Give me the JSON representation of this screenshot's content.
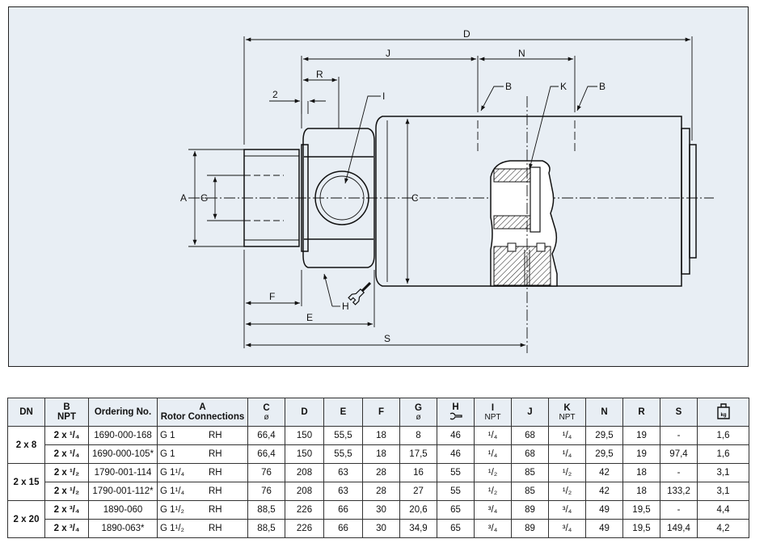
{
  "drawing": {
    "labels": {
      "D": "D",
      "J": "J",
      "N": "N",
      "R": "R",
      "two": "2",
      "I": "I",
      "K": "K",
      "B1": "B",
      "B2": "B",
      "A": "A",
      "G": "G",
      "C": "C",
      "F": "F",
      "H": "H",
      "E": "E",
      "S": "S"
    }
  },
  "table": {
    "headers": {
      "dn": "DN",
      "b": [
        "B",
        "NPT"
      ],
      "ordering": "Ordering No.",
      "a": [
        "A",
        "Rotor Connections"
      ],
      "c": [
        "C",
        "ø"
      ],
      "d": "D",
      "e": "E",
      "f": "F",
      "g": [
        "G",
        "ø"
      ],
      "h": "H",
      "i": [
        "I",
        "NPT"
      ],
      "j": "J",
      "k": [
        "K",
        "NPT"
      ],
      "n": "N",
      "r": "R",
      "s": "S",
      "kg": "kg"
    },
    "groups": [
      {
        "dn": "2 x 8",
        "rows": [
          {
            "b": "2 x ¹/₄",
            "ord": "1690-000-168",
            "a": "G 1",
            "rh": "RH",
            "c": "66,4",
            "d": "150",
            "e": "55,5",
            "f": "18",
            "g": "8",
            "h": "46",
            "i": "¹/₄",
            "j": "68",
            "k": "¹/₄",
            "n": "29,5",
            "r": "19",
            "s": "-",
            "kg": "1,6"
          },
          {
            "b": "2 x ¹/₄",
            "ord": "1690-000-105*",
            "a": "G 1",
            "rh": "RH",
            "c": "66,4",
            "d": "150",
            "e": "55,5",
            "f": "18",
            "g": "17,5",
            "h": "46",
            "i": "¹/₄",
            "j": "68",
            "k": "¹/₄",
            "n": "29,5",
            "r": "19",
            "s": "97,4",
            "kg": "1,6"
          }
        ]
      },
      {
        "dn": "2 x 15",
        "rows": [
          {
            "b": "2 x ¹/₂",
            "ord": "1790-001-114",
            "a": "G 1¹/₄",
            "rh": "RH",
            "c": "76",
            "d": "208",
            "e": "63",
            "f": "28",
            "g": "16",
            "h": "55",
            "i": "¹/₂",
            "j": "85",
            "k": "¹/₂",
            "n": "42",
            "r": "18",
            "s": "-",
            "kg": "3,1"
          },
          {
            "b": "2 x ¹/₂",
            "ord": "1790-001-112*",
            "a": "G 1¹/₄",
            "rh": "RH",
            "c": "76",
            "d": "208",
            "e": "63",
            "f": "28",
            "g": "27",
            "h": "55",
            "i": "¹/₂",
            "j": "85",
            "k": "¹/₂",
            "n": "42",
            "r": "18",
            "s": "133,2",
            "kg": "3,1"
          }
        ]
      },
      {
        "dn": "2 x 20",
        "rows": [
          {
            "b": "2 x ³/₄",
            "ord": "1890-060",
            "a": "G 1¹/₂",
            "rh": "RH",
            "c": "88,5",
            "d": "226",
            "e": "66",
            "f": "30",
            "g": "20,6",
            "h": "65",
            "i": "³/₄",
            "j": "89",
            "k": "³/₄",
            "n": "49",
            "r": "19,5",
            "s": "-",
            "kg": "4,4"
          },
          {
            "b": "2 x ³/₄",
            "ord": "1890-063*",
            "a": "G 1¹/₂",
            "rh": "RH",
            "c": "88,5",
            "d": "226",
            "e": "66",
            "f": "30",
            "g": "34,9",
            "h": "65",
            "i": "³/₄",
            "j": "89",
            "k": "³/₄",
            "n": "49",
            "r": "19,5",
            "s": "149,4",
            "kg": "4,2"
          }
        ]
      }
    ]
  }
}
